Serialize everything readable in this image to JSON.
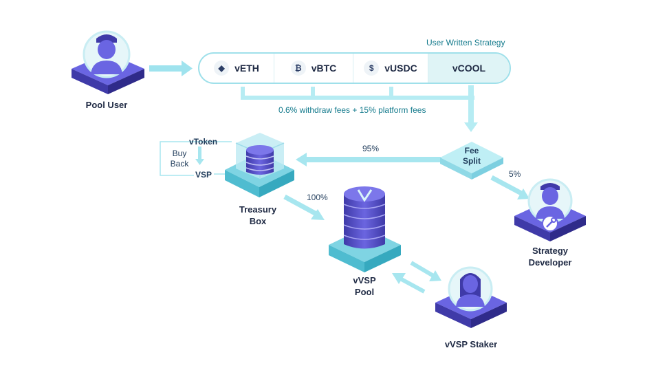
{
  "header": {
    "strategy_label": "User Written Strategy"
  },
  "tokens": [
    {
      "label": "vETH",
      "icon": "ethereum-icon"
    },
    {
      "label": "vBTC",
      "icon": "bitcoin-icon"
    },
    {
      "label": "vUSDC",
      "icon": "usdc-icon"
    },
    {
      "label": "vCOOL",
      "icon": ""
    }
  ],
  "fees_label": "0.6% withdraw fees + 15% platform fees",
  "fee_split": {
    "line1": "Fee",
    "line2": "Split"
  },
  "pct": {
    "treasury": "95%",
    "developer": "5%",
    "pool": "100%"
  },
  "buyback": {
    "vtoken": "vToken",
    "buy": "Buy",
    "back": "Back",
    "vsp": "VSP"
  },
  "nodes": {
    "pool_user": "Pool User",
    "treasury": {
      "line1": "Treasury",
      "line2": "Box"
    },
    "pool": {
      "line1": "vVSP",
      "line2": "Pool"
    },
    "developer": {
      "line1": "Strategy",
      "line2": "Developer"
    },
    "staker": "vVSP Staker"
  },
  "colors": {
    "purple": "#5a55d6",
    "purple_dark": "#3f3aa8",
    "teal": "#48c7d8",
    "teal_light": "#c9f0f5",
    "arrow": "#7fd8e6"
  }
}
